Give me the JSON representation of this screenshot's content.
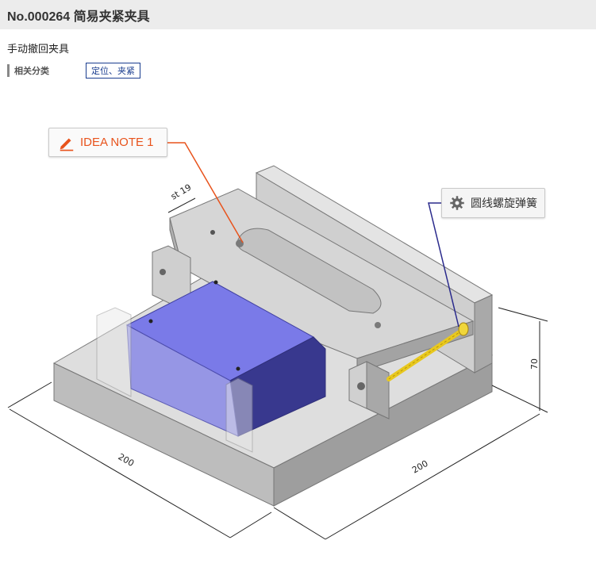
{
  "header": {
    "title": "No.000264 简易夹紧夹具"
  },
  "description": "手动撤回夹具",
  "category": {
    "label": "相关分类",
    "tag": "定位、夹紧"
  },
  "callouts": {
    "idea_note": {
      "label": "IDEA NOTE 1",
      "icon": "pencil-icon",
      "color": "#e8531c",
      "line_color": "#e8531c"
    },
    "part": {
      "label": "圆线螺旋弹簧",
      "icon": "gear-icon",
      "line_color": "#2a2a8c"
    }
  },
  "dimensions": {
    "width_left": "200",
    "width_right": "200",
    "height": "70",
    "stroke": "st 19"
  },
  "colors": {
    "header_bg": "#ececec",
    "workpiece": "#6b6bd6",
    "base": "#d9d9d9",
    "spring": "#e8c81e"
  }
}
